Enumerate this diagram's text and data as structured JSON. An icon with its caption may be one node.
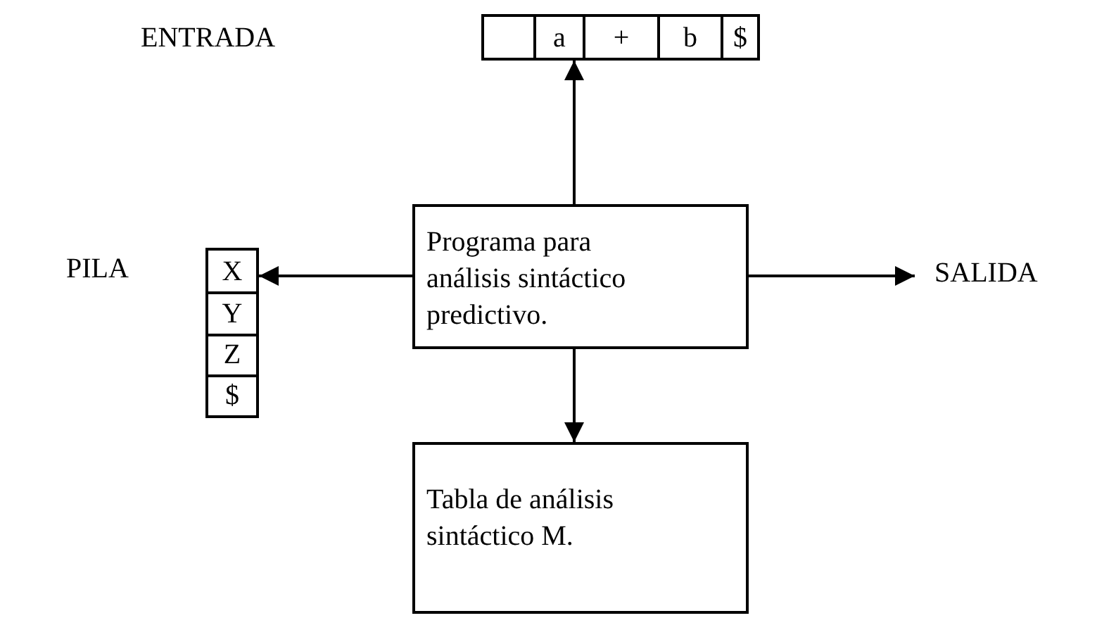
{
  "diagram": {
    "nodes": [
      {
        "text": [
          "a",
          "+",
          "b",
          "$"
        ]
      },
      {
        "text": [
          "X",
          "Y",
          "Z",
          "$"
        ]
      },
      {
        "text": [
          "Programa para análisis sintáctico predictivo."
        ]
      },
      {
        "text": [
          "Tabla de análisis sintáctico M."
        ]
      },
      {
        "text": [
          "SALIDA"
        ]
      }
    ],
    "edges": [
      {
        "from": 2,
        "to": 0,
        "arrow": "to"
      },
      {
        "from": 2,
        "to": 1,
        "arrow": "to"
      },
      {
        "from": 2,
        "to": 4,
        "arrow": "to"
      },
      {
        "from": 2,
        "to": 3,
        "arrow": "to"
      }
    ],
    "labels": [
      "ENTRADA",
      "PILA"
    ]
  }
}
